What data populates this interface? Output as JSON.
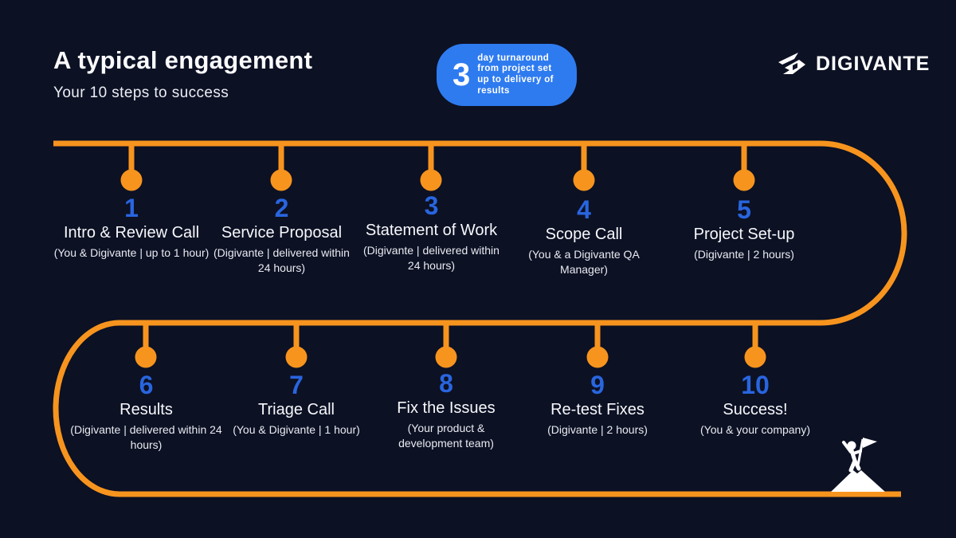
{
  "header": {
    "title": "A typical engagement",
    "subtitle": "Your 10 steps to success"
  },
  "badge": {
    "number": "3",
    "text": "day turnaround from project set up to delivery of results",
    "color": "#2E7BF0"
  },
  "logo": {
    "text": "DIGIVANTE"
  },
  "colors": {
    "background": "#0C1124",
    "timeline_orange": "#F7941E",
    "step_number_blue": "#2965DF",
    "badge_blue": "#2E7BF0",
    "text_white": "#F5F6FA"
  },
  "steps": [
    {
      "number": "1",
      "title": "Intro & Review Call",
      "subtitle": "(You & Digivante | up to 1 hour)"
    },
    {
      "number": "2",
      "title": "Service Proposal",
      "subtitle": "(Digivante | delivered within 24 hours)"
    },
    {
      "number": "3",
      "title": "Statement of Work",
      "subtitle": "(Digivante | delivered within 24 hours)"
    },
    {
      "number": "4",
      "title": "Scope Call",
      "subtitle": "(You & a Digivante QA Manager)"
    },
    {
      "number": "5",
      "title": "Project Set-up",
      "subtitle": "(Digivante | 2 hours)"
    },
    {
      "number": "6",
      "title": "Results",
      "subtitle": "(Digivante | delivered within 24 hours)"
    },
    {
      "number": "7",
      "title": "Triage Call",
      "subtitle": "(You & Digivante | 1 hour)"
    },
    {
      "number": "8",
      "title": "Fix the Issues",
      "subtitle": "(Your product & development team)"
    },
    {
      "number": "9",
      "title": "Re-test Fixes",
      "subtitle": "(Digivante | 2 hours)"
    },
    {
      "number": "10",
      "title": "Success!",
      "subtitle": "(You & your company)"
    }
  ]
}
